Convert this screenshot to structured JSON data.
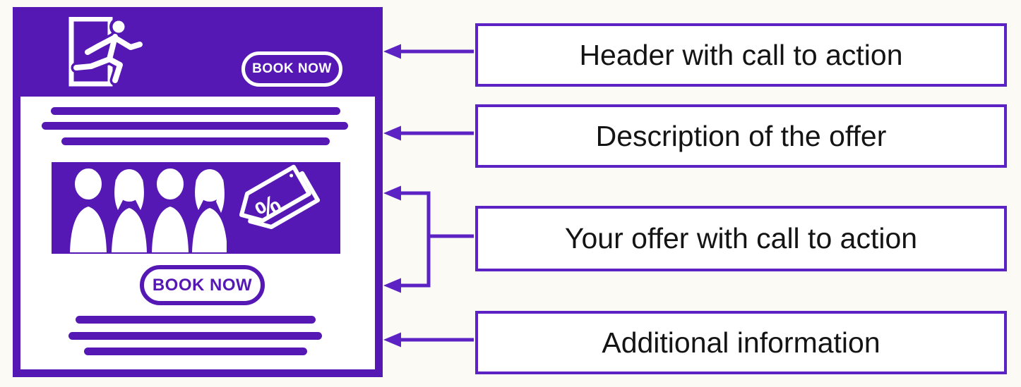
{
  "colors": {
    "accent": "#5618b4",
    "line": "#5c22c4",
    "background": "#fbfaf4",
    "label_text": "#141414",
    "white": "#ffffff"
  },
  "mockup": {
    "header": {
      "cta_label": "BOOK NOW",
      "icon": "exit-runner-icon"
    },
    "description_bars_count": 3,
    "offer": {
      "people_count": 4,
      "discount_symbol": "%",
      "cta_label": "BOOK NOW",
      "icons": [
        "people-silhouettes-icon",
        "discount-tag-icon"
      ]
    },
    "additional_bars_count": 3
  },
  "annotations": [
    {
      "label": "Header with call to action"
    },
    {
      "label": "Description of the offer"
    },
    {
      "label": "Your offer with call to action"
    },
    {
      "label": "Additional information"
    }
  ]
}
